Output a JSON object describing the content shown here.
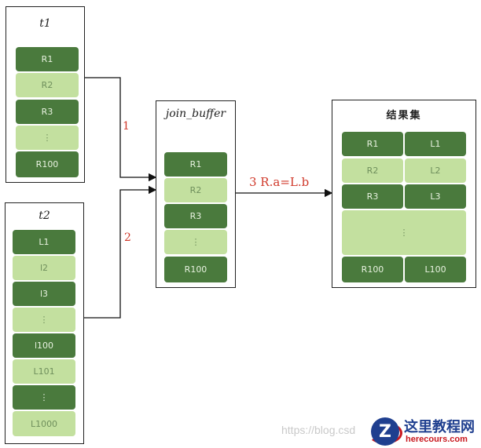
{
  "t1": {
    "title": "t1",
    "rows": [
      "R1",
      "R2",
      "R3",
      "⋮",
      "R100"
    ]
  },
  "t2": {
    "title": "t2",
    "rows": [
      "L1",
      "l2",
      "l3",
      "⋮",
      "l100",
      "L101",
      "⋮",
      "L1000"
    ]
  },
  "join_buffer": {
    "title": "join_buffer",
    "rows": [
      "R1",
      "R2",
      "R3",
      "⋮",
      "R100"
    ]
  },
  "result": {
    "title": "结果集",
    "left": [
      "R1",
      "R2",
      "R3",
      "R100"
    ],
    "right": [
      "L1",
      "L2",
      "L3",
      "L100"
    ],
    "ellipsis": "⋮"
  },
  "arrows": {
    "step1": "1",
    "step2": "2",
    "step3": "3 R.a=L.b"
  },
  "watermark": "https://blog.csd",
  "logo": {
    "icon_letter": "Z",
    "name": "这里教程网",
    "url": "herecours.com"
  },
  "colors": {
    "dark_cell": "#4a7a3d",
    "light_cell": "#c3e09f",
    "arrow_label": "#d0392b"
  }
}
